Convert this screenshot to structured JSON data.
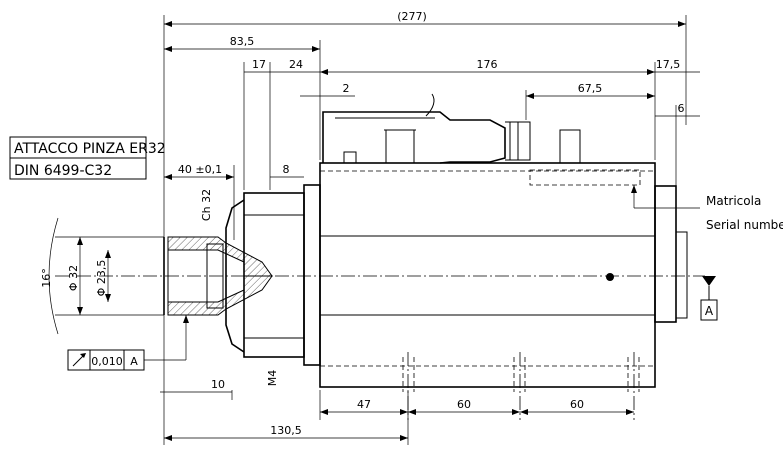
{
  "collet": {
    "line1": "ATTACCO PINZA ER32",
    "line2": "DIN 6499-C32"
  },
  "serial": {
    "line1": "Matricola",
    "line2": "Serial number"
  },
  "datum": {
    "letter": "A"
  },
  "tolerance": {
    "value": "0,010",
    "ref": "A"
  },
  "dims": {
    "overall": "(277)",
    "d83_5": "83,5",
    "d17": "17",
    "d24": "24",
    "d176": "176",
    "d17_5": "17,5",
    "d2": "2",
    "d67_5": "67,5",
    "d6": "6",
    "d40": "40 ±0,1",
    "d8": "8",
    "ch32": "Ch 32",
    "angle16": "16°",
    "phi32": "Φ 32",
    "phi23_5": "Φ 23,5",
    "d10": "10",
    "m4": "M4",
    "d47": "47",
    "d60a": "60",
    "d60b": "60",
    "d130_5": "130,5"
  }
}
